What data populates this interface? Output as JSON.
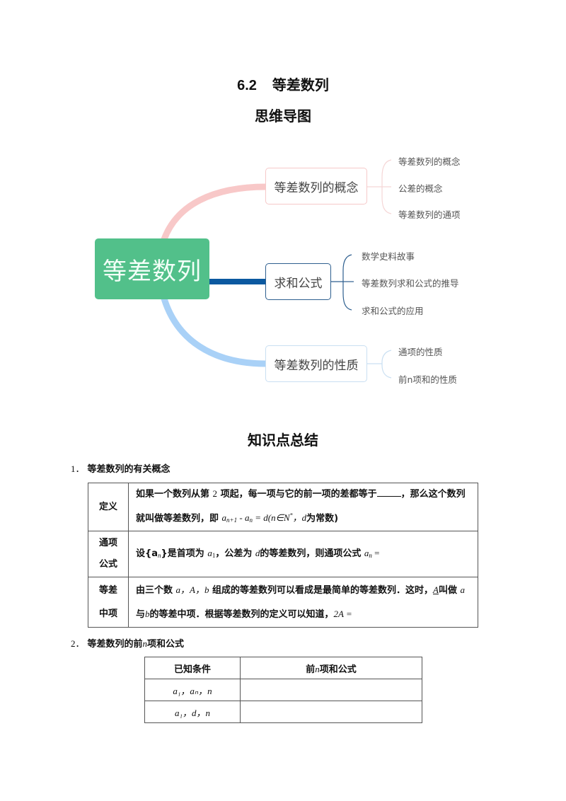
{
  "header": {
    "section_number": "6.2",
    "title": "等差数列",
    "subtitle": "思维导图"
  },
  "mindmap": {
    "root": "等差数列",
    "colors": {
      "root_fill": "#52c08a",
      "branch1_line": "#f8c8c8",
      "branch2_line": "#0b59a0",
      "branch3_line": "#a9d1f7"
    },
    "branches": [
      {
        "label": "等差数列的概念",
        "children": [
          "等差数列的概念",
          "公差的概念",
          "等差数列的通项"
        ]
      },
      {
        "label": "求和公式",
        "children": [
          "数学史料故事",
          "等差数列求和公式的推导",
          "求和公式的应用"
        ]
      },
      {
        "label": "等差数列的性质",
        "children": [
          "通项的性质",
          "前n项和的性质"
        ]
      }
    ]
  },
  "summary": {
    "title": "知识点总结",
    "section1": {
      "number": "1．",
      "heading": "等差数列的有关概念",
      "rows": [
        {
          "label": "定义",
          "text_a": "如果一个数列从第",
          "num2": "2",
          "text_b": "项起，每一项与它的前一项的差都等于",
          "text_c": "，那么这个数列就叫做等差数列，即",
          "formula": "a",
          "formula_sub1": "n+1",
          "formula_mid": " - a",
          "formula_sub2": "n",
          "formula_end": " = d(n∈N",
          "formula_sup": "*",
          "formula_tail": "，d",
          "text_d": "为常数)"
        },
        {
          "label_line1": "通项",
          "label_line2": "公式",
          "text_a": "设{a",
          "sub_n": "n",
          "text_b": "}是首项为",
          "a1": "a",
          "sub_1": "1",
          "text_c": "，公差为",
          "d": "d",
          "text_d": "的等差数列，则通项公式",
          "an": "a",
          "text_e": " ="
        },
        {
          "label_line1": "等差",
          "label_line2": "中项",
          "text_a": "由三个数",
          "vars": "a，A，b",
          "text_b": "组成的等差数列可以看成是最简单的等差数列．这时，",
          "A": "A",
          "text_c": "叫做",
          "a": "a",
          "text_d": "与",
          "b": "b",
          "text_e": "的等差中项．根据等差数列的定义可以知道，",
          "twoA": "2A ="
        }
      ]
    },
    "section2": {
      "number": "2．",
      "heading_a": "等差数列的前",
      "heading_n": "n",
      "heading_b": "项和公式",
      "table": {
        "headers": [
          "已知条件",
          "前",
          "n",
          "项和公式"
        ],
        "rows": [
          {
            "condition": "a₁，aₙ，n",
            "formula": ""
          },
          {
            "condition": "a₁，d，n",
            "formula": ""
          }
        ]
      }
    }
  }
}
